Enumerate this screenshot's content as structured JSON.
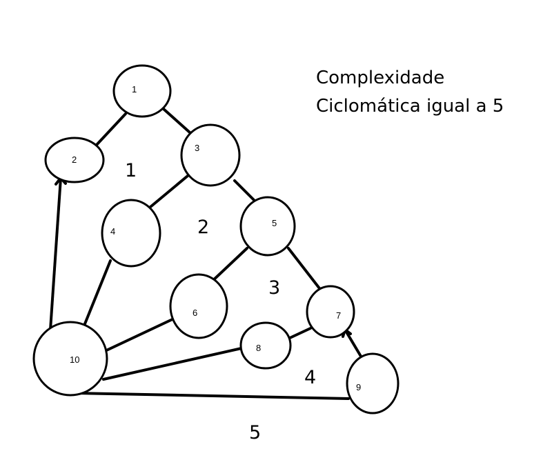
{
  "title_lines": [
    "Complexidade",
    "Ciclomática igual a 5"
  ],
  "nodes": [
    "1",
    "2",
    "3",
    "4",
    "5",
    "6",
    "7",
    "8",
    "9",
    "10"
  ],
  "edges": [
    {
      "from": "1",
      "to": "2"
    },
    {
      "from": "1",
      "to": "3"
    },
    {
      "from": "3",
      "to": "4"
    },
    {
      "from": "3",
      "to": "5"
    },
    {
      "from": "5",
      "to": "6"
    },
    {
      "from": "5",
      "to": "7"
    },
    {
      "from": "7",
      "to": "8"
    },
    {
      "from": "9",
      "to": "7"
    },
    {
      "from": "4",
      "to": "10"
    },
    {
      "from": "6",
      "to": "10"
    },
    {
      "from": "8",
      "to": "10"
    },
    {
      "from": "10",
      "to": "9"
    },
    {
      "from": "10",
      "to": "2"
    }
  ],
  "regions": [
    "1",
    "2",
    "3",
    "4",
    "5"
  ]
}
